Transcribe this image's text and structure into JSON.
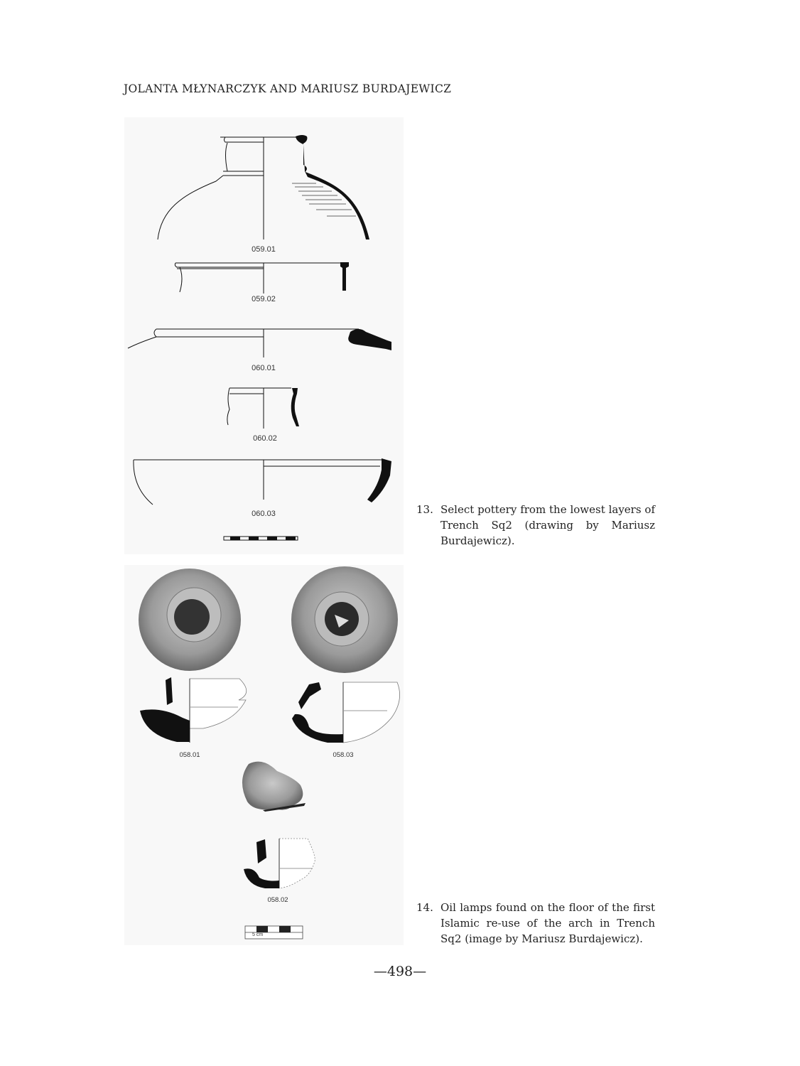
{
  "header": {
    "running_head": "JOLANTA MŁYNARCZYK AND MARIUSZ BURDAJEWICZ"
  },
  "figure13": {
    "labels": [
      "059.01",
      "059.02",
      "060.01",
      "060.02",
      "060.03"
    ],
    "caption_number": "13.",
    "caption": "Select pottery from the lowest layers of Trench Sq2 (drawing by Mariusz Burdajewicz)."
  },
  "figure14": {
    "labels": [
      "058.01",
      "058.03",
      "058.02"
    ],
    "scale_label": "5 cm",
    "caption_number": "14.",
    "caption": "Oil lamps found on the floor of the first Islamic re-use of the arch in Trench Sq2 (image by Mariusz Burdajewicz)."
  },
  "footer": {
    "page_number": "—498—"
  }
}
